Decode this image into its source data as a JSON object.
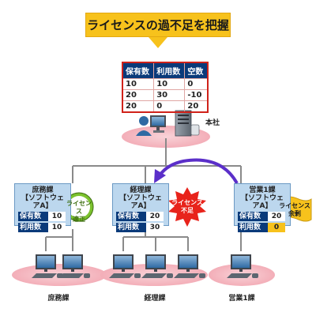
{
  "title": "ライセンスの過不足を把握",
  "summary": {
    "headers": [
      "保有数",
      "利用数",
      "空数"
    ],
    "rows": [
      [
        "10",
        "10",
        "0"
      ],
      [
        "20",
        "30",
        "-10"
      ],
      [
        "20",
        "0",
        "20"
      ]
    ]
  },
  "hq_label": "本社",
  "software_label": "【ソフトウェアA】",
  "owned_label": "保有数",
  "used_label": "利用数",
  "departments": [
    {
      "name": "庶務課",
      "owned": "10",
      "used": "10",
      "badge": [
        "ライセンス",
        "適正"
      ],
      "footer": "庶務課"
    },
    {
      "name": "経理課",
      "owned": "20",
      "used": "30",
      "badge": [
        "ライセンス",
        "不足"
      ],
      "footer": "経理課"
    },
    {
      "name": "営業1課",
      "owned": "20",
      "used": "0",
      "badge": [
        "ライセンス",
        "余剰"
      ],
      "footer": "営業1課"
    }
  ],
  "colors": {
    "banner": "#f7c21c",
    "header_navy": "#0a3a7a",
    "table_border": "#d0221a",
    "box_blue": "#bcd7ee",
    "ok_green": "#7cc22e",
    "shortage_red": "#e8231b",
    "surplus_yellow": "#f7c21c",
    "arrow_purple": "#5b2fc9",
    "ellipse_pink": "#f6c9cf"
  }
}
